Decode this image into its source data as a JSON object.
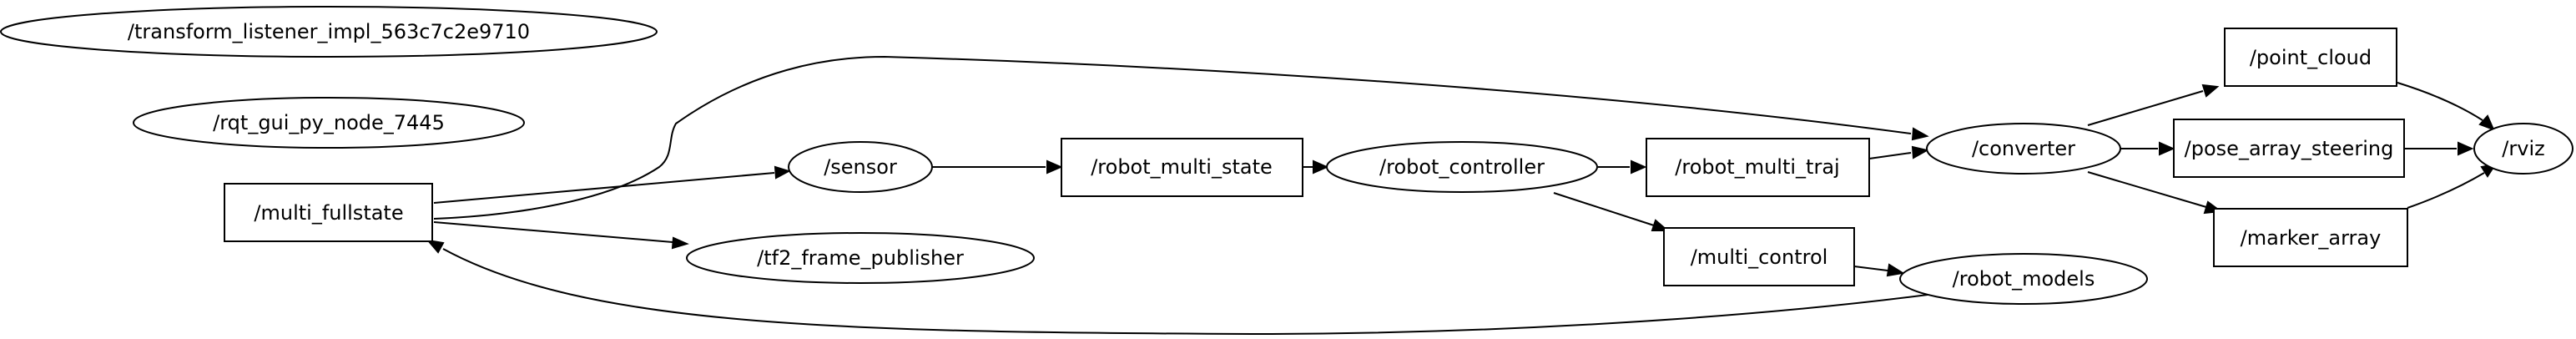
{
  "graph": {
    "nodes": {
      "transform_listener": "/transform_listener_impl_563c7c2e9710",
      "rqt_gui": "/rqt_gui_py_node_7445",
      "multi_fullstate": "/multi_fullstate",
      "sensor": "/sensor",
      "tf2_frame_publisher": "/tf2_frame_publisher",
      "robot_multi_state": "/robot_multi_state",
      "robot_controller": "/robot_controller",
      "robot_multi_traj": "/robot_multi_traj",
      "multi_control": "/multi_control",
      "robot_models": "/robot_models",
      "converter": "/converter",
      "point_cloud": "/point_cloud",
      "pose_array_steering": "/pose_array_steering",
      "marker_array": "/marker_array",
      "rviz": "/rviz"
    },
    "edges": [
      {
        "from": "multi_fullstate",
        "to": "sensor"
      },
      {
        "from": "multi_fullstate",
        "to": "tf2_frame_publisher"
      },
      {
        "from": "multi_fullstate",
        "to": "converter"
      },
      {
        "from": "sensor",
        "to": "robot_multi_state"
      },
      {
        "from": "robot_multi_state",
        "to": "robot_controller"
      },
      {
        "from": "robot_controller",
        "to": "robot_multi_traj"
      },
      {
        "from": "robot_controller",
        "to": "multi_control"
      },
      {
        "from": "robot_multi_traj",
        "to": "converter"
      },
      {
        "from": "multi_control",
        "to": "robot_models"
      },
      {
        "from": "robot_models",
        "to": "multi_fullstate"
      },
      {
        "from": "converter",
        "to": "point_cloud"
      },
      {
        "from": "converter",
        "to": "pose_array_steering"
      },
      {
        "from": "converter",
        "to": "marker_array"
      },
      {
        "from": "point_cloud",
        "to": "rviz"
      },
      {
        "from": "pose_array_steering",
        "to": "rviz"
      },
      {
        "from": "marker_array",
        "to": "rviz"
      }
    ]
  }
}
